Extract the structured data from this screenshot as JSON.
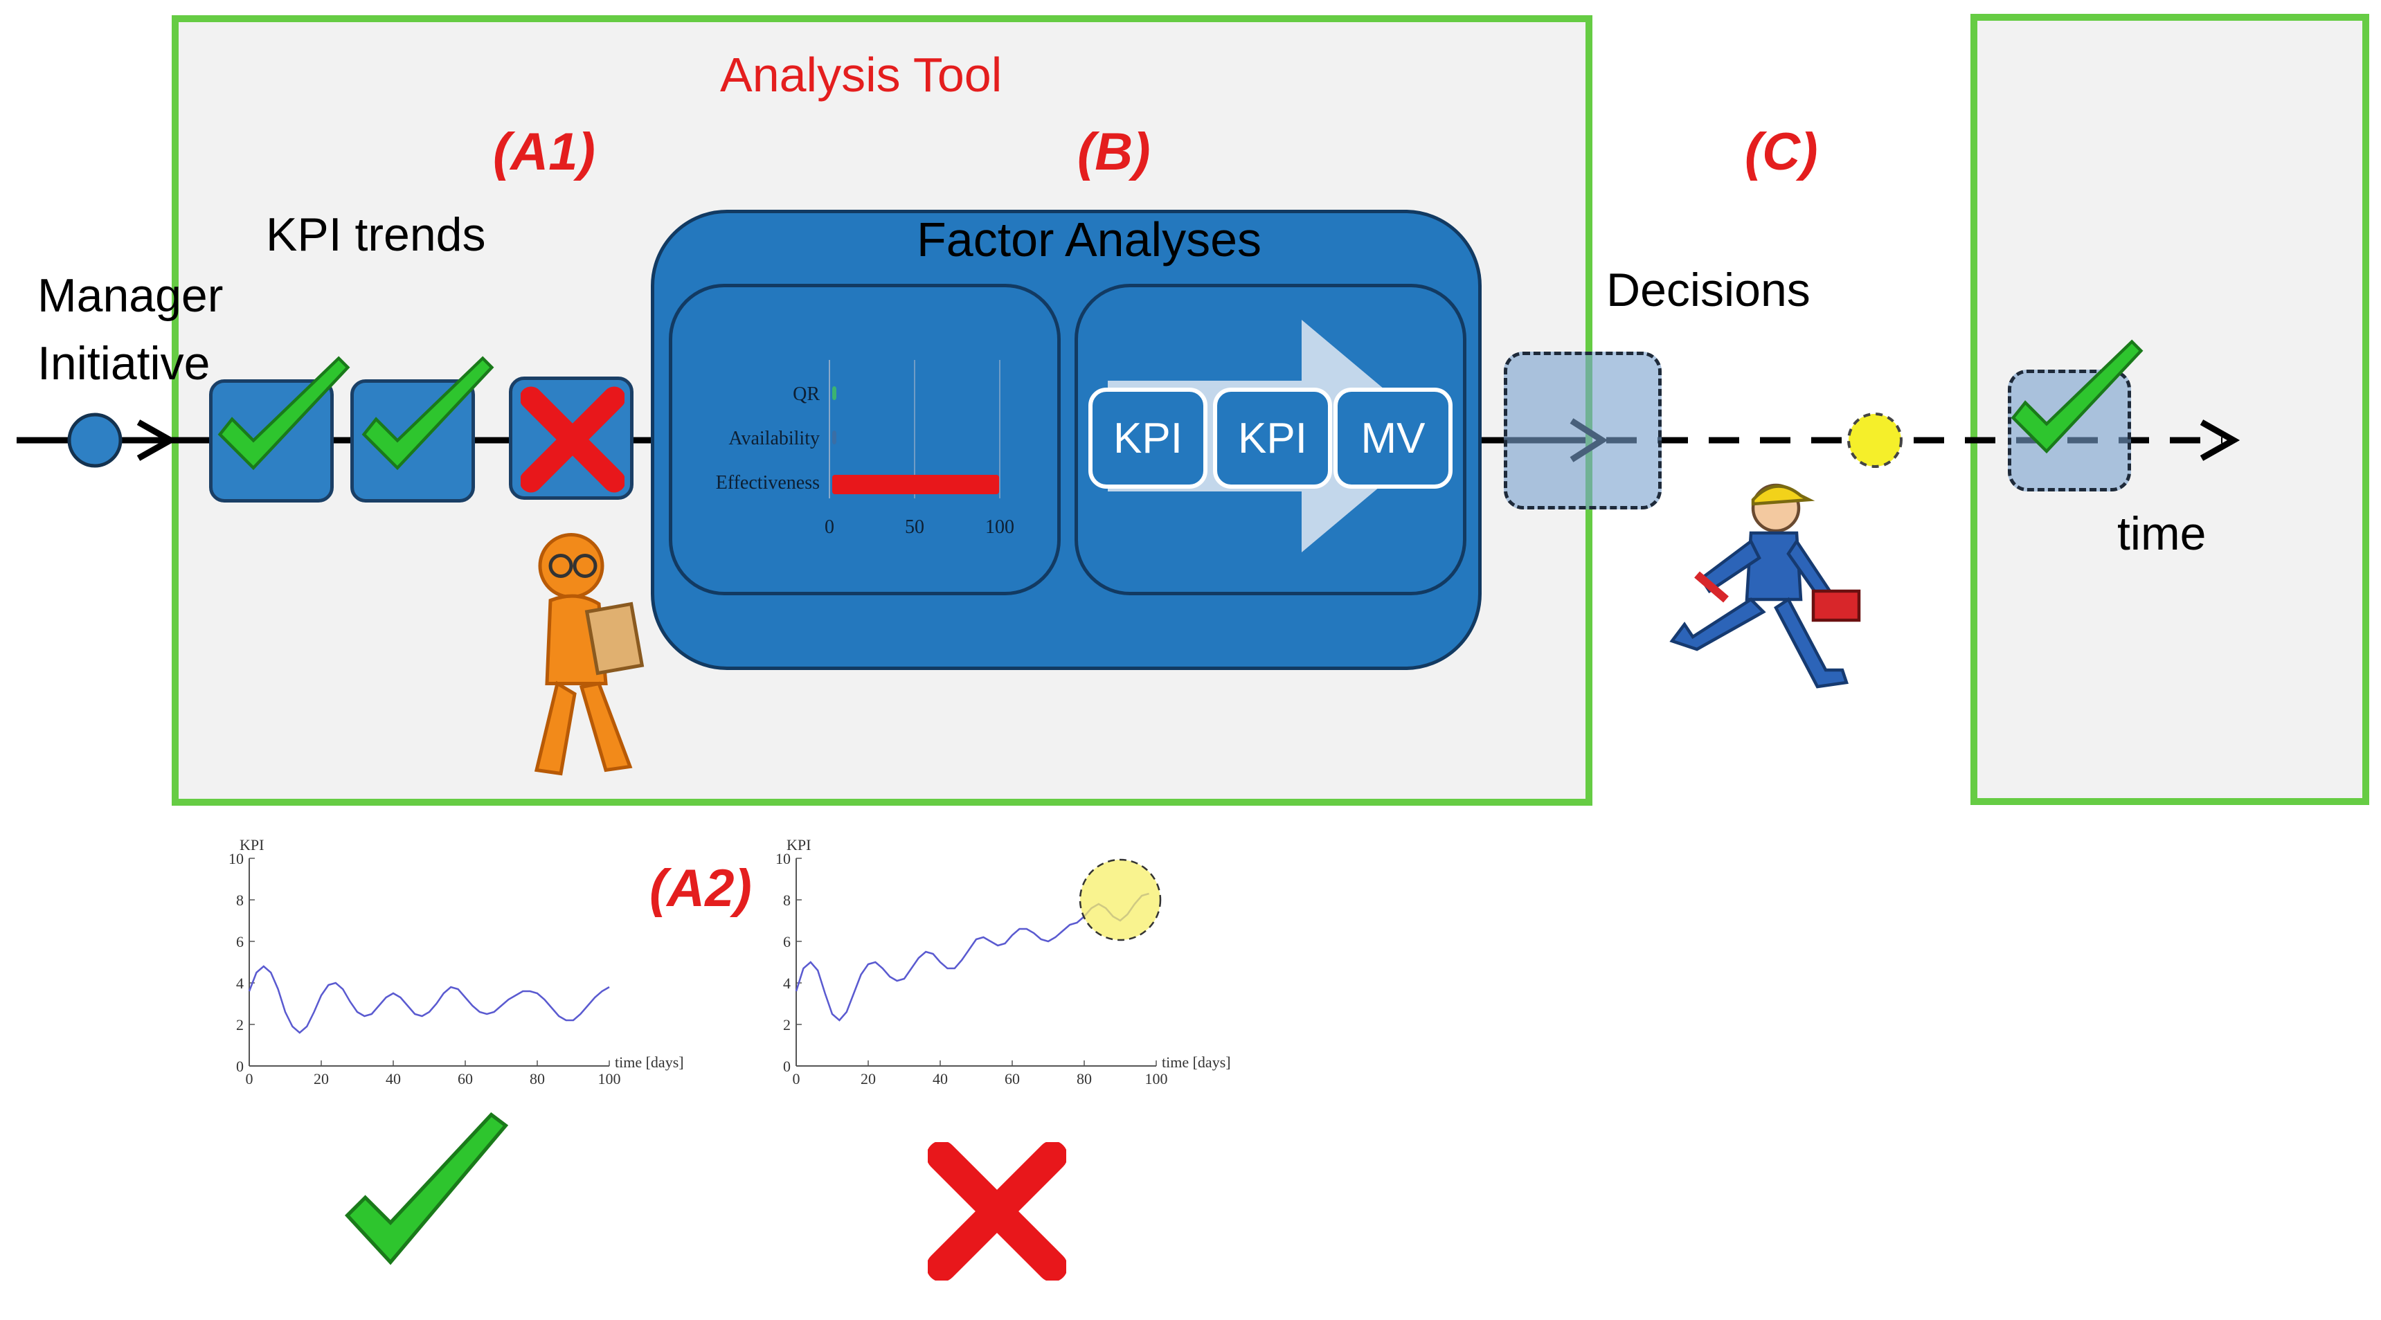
{
  "title": "Analysis Tool",
  "labels": {
    "a1": "(A1)",
    "b": "(B)",
    "c": "(C)",
    "a2": "(A2)",
    "kpi_trends": "KPI trends",
    "manager_line1": "Manager",
    "manager_line2": "Initiative",
    "decisions": "Decisions",
    "time": "time"
  },
  "factor_analyses": {
    "title": "Factor Analyses",
    "boxes": [
      "KPI",
      "KPI",
      "MV"
    ],
    "bar_chart": {
      "type": "bar",
      "orientation": "horizontal",
      "categories": [
        "QR",
        "Availability",
        "Effectiveness"
      ],
      "values": [
        2,
        1,
        98
      ],
      "colors": [
        "#3cb371",
        "#3a6ea5",
        "#e8171b"
      ],
      "xticks": [
        "0",
        "50",
        "100"
      ],
      "xlim": [
        0,
        100
      ]
    }
  },
  "colors": {
    "panel_border": "#66cc44",
    "panel_fill": "#f2f2f2",
    "label_red": "#e41e1e",
    "box_blue": "#2e80c4",
    "highlight_yellow": "#f5ef2a"
  },
  "icons": {
    "checks": [
      "check-icon",
      "check-icon",
      "cross-icon"
    ],
    "characters": [
      "analyst-figure",
      "technician-figure"
    ]
  },
  "chart_data": [
    {
      "type": "line",
      "ylabel": "KPI",
      "xlabel": "time [days]",
      "xlim": [
        0,
        100
      ],
      "ylim": [
        0,
        10
      ],
      "xticks": [
        "0",
        "20",
        "40",
        "60",
        "80",
        "100"
      ],
      "yticks": [
        "0",
        "2",
        "4",
        "6",
        "8",
        "10"
      ],
      "x": [
        0,
        2,
        4,
        6,
        8,
        10,
        12,
        14,
        16,
        18,
        20,
        22,
        24,
        26,
        28,
        30,
        32,
        34,
        36,
        38,
        40,
        42,
        44,
        46,
        48,
        50,
        52,
        54,
        56,
        58,
        60,
        62,
        64,
        66,
        68,
        70,
        72,
        74,
        76,
        78,
        80,
        82,
        84,
        86,
        88,
        90,
        92,
        94,
        96,
        98,
        100
      ],
      "y": [
        3.6,
        4.5,
        4.8,
        4.5,
        3.7,
        2.6,
        1.9,
        1.6,
        1.9,
        2.6,
        3.4,
        3.9,
        4.0,
        3.7,
        3.1,
        2.6,
        2.4,
        2.5,
        2.9,
        3.3,
        3.5,
        3.3,
        2.9,
        2.5,
        2.4,
        2.6,
        3.0,
        3.5,
        3.8,
        3.7,
        3.3,
        2.9,
        2.6,
        2.5,
        2.6,
        2.9,
        3.2,
        3.4,
        3.6,
        3.6,
        3.5,
        3.2,
        2.8,
        2.4,
        2.2,
        2.2,
        2.5,
        2.9,
        3.3,
        3.6,
        3.8
      ],
      "verdict": "check-icon"
    },
    {
      "type": "line",
      "ylabel": "KPI",
      "xlabel": "time [days]",
      "xlim": [
        0,
        100
      ],
      "ylim": [
        0,
        10
      ],
      "xticks": [
        "0",
        "20",
        "40",
        "60",
        "80",
        "100"
      ],
      "yticks": [
        "0",
        "2",
        "4",
        "6",
        "8",
        "10"
      ],
      "x": [
        0,
        2,
        4,
        6,
        8,
        10,
        12,
        14,
        16,
        18,
        20,
        22,
        24,
        26,
        28,
        30,
        32,
        34,
        36,
        38,
        40,
        42,
        44,
        46,
        48,
        50,
        52,
        54,
        56,
        58,
        60,
        62,
        64,
        66,
        68,
        70,
        72,
        74,
        76,
        78,
        80,
        82,
        84,
        86,
        88,
        90,
        92,
        94,
        96,
        98
      ],
      "y": [
        3.6,
        4.7,
        5.0,
        4.6,
        3.5,
        2.5,
        2.2,
        2.6,
        3.5,
        4.4,
        4.9,
        5.0,
        4.7,
        4.3,
        4.1,
        4.2,
        4.7,
        5.2,
        5.5,
        5.4,
        5.0,
        4.7,
        4.7,
        5.1,
        5.6,
        6.1,
        6.2,
        6.0,
        5.8,
        5.9,
        6.3,
        6.6,
        6.6,
        6.4,
        6.1,
        6.0,
        6.2,
        6.5,
        6.8,
        6.9,
        7.2,
        7.6,
        7.8,
        7.6,
        7.2,
        7.0,
        7.3,
        7.8,
        8.2,
        8.3
      ],
      "highlight": "yellow circle near day 90",
      "verdict": "cross-icon"
    }
  ]
}
